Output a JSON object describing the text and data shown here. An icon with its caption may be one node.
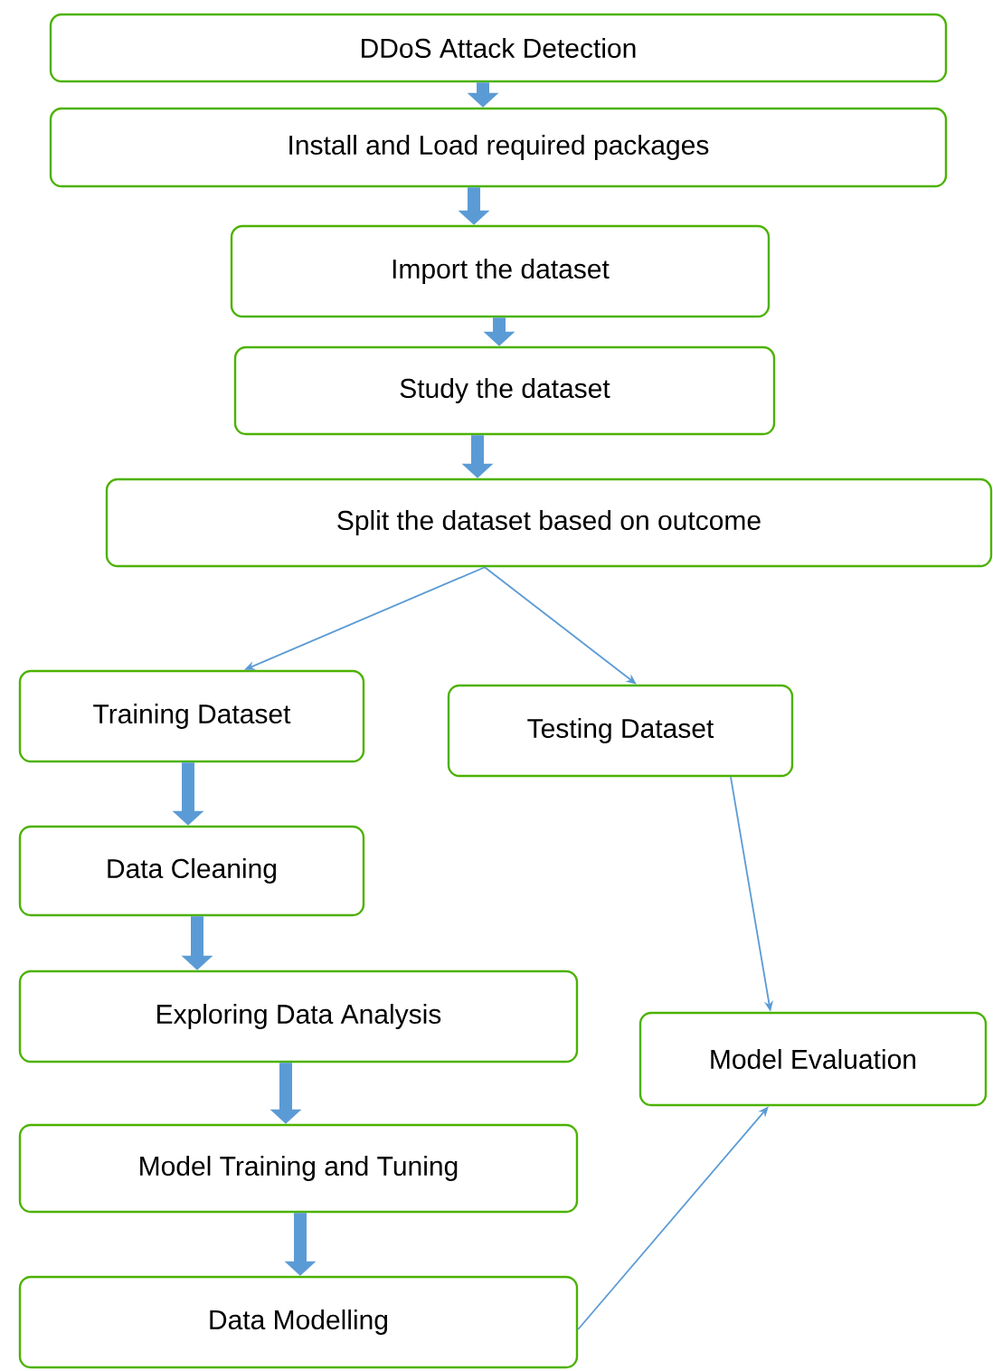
{
  "diagram": {
    "nodes": [
      {
        "text": [
          "DDoS Attack Detection"
        ]
      },
      {
        "text": [
          "Install and Load required packages"
        ]
      },
      {
        "text": [
          "Import the dataset"
        ]
      },
      {
        "text": [
          "Study the dataset"
        ]
      },
      {
        "text": [
          "Split the dataset based on outcome"
        ]
      },
      {
        "text": [
          "Training Dataset"
        ]
      },
      {
        "text": [
          "Testing Dataset"
        ]
      },
      {
        "text": [
          "Data Cleaning"
        ]
      },
      {
        "text": [
          "Exploring Data Analysis"
        ]
      },
      {
        "text": [
          "Model Training and Tuning"
        ]
      },
      {
        "text": [
          "Model Evaluation"
        ]
      },
      {
        "text": [
          "Data Modelling"
        ]
      }
    ],
    "edges": [
      {
        "from": 0,
        "to": 1,
        "arrow": "to"
      },
      {
        "from": 1,
        "to": 2,
        "arrow": "to"
      },
      {
        "from": 2,
        "to": 3,
        "arrow": "to"
      },
      {
        "from": 3,
        "to": 4,
        "arrow": "to"
      },
      {
        "from": 4,
        "to": 5,
        "arrow": "to"
      },
      {
        "from": 4,
        "to": 6,
        "arrow": "to"
      },
      {
        "from": 5,
        "to": 7,
        "arrow": "to"
      },
      {
        "from": 7,
        "to": 8,
        "arrow": "to"
      },
      {
        "from": 8,
        "to": 9,
        "arrow": "to"
      },
      {
        "from": 9,
        "to": 11,
        "arrow": "to"
      },
      {
        "from": 6,
        "to": 10,
        "arrow": "to"
      },
      {
        "from": 11,
        "to": 10,
        "arrow": "to"
      }
    ]
  }
}
